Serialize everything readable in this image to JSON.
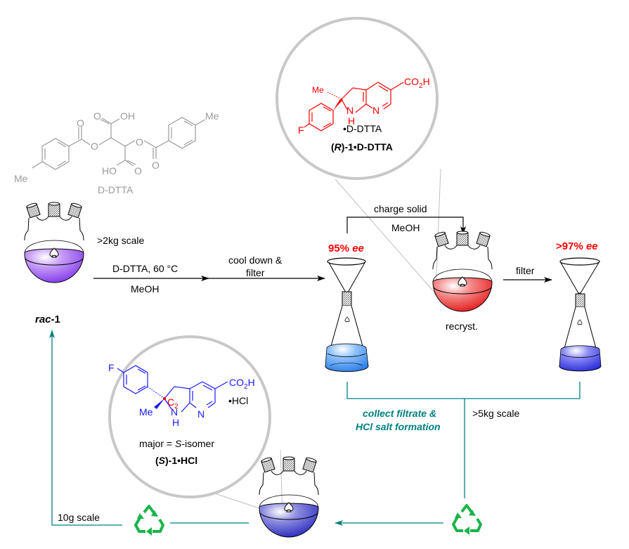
{
  "colors": {
    "teal_arrow": "#008080",
    "red_highlight": "#ff0000",
    "blue_structure": "#1a1aff",
    "gray_structure": "#9a9a9a",
    "recycle_green": "#19b44a",
    "magnifier_ring": "#c8c8c8",
    "flask_purple": "#8a3cf0",
    "flask_red": "#ee1111",
    "flask_blue_light": "#3a8cf0",
    "flask_blue_dark": "#2a2ad8"
  },
  "resolving_agent": {
    "name": "D-DTTA",
    "atoms": {
      "acid_top": "OH",
      "acid_bottom": "HO",
      "carbonyl": "O",
      "ester_o": "O",
      "methyl": "Me"
    }
  },
  "start": {
    "scale": ">2kg scale",
    "compound": {
      "prefix": "rac",
      "suffix": "-1"
    }
  },
  "step1": {
    "reagent": "D-DTTA, 60 °C",
    "solvent": "MeOH"
  },
  "step2": {
    "line1": "cool down &",
    "line2": "filter"
  },
  "filter1": {
    "ee": "95% ee",
    "ee_num": "95%",
    "ee_unit": "ee"
  },
  "recrystallization": {
    "charge_label": "charge solid",
    "solvent": "MeOH",
    "label": "recryst."
  },
  "step3": {
    "label": "filter"
  },
  "filter2": {
    "ee": ">97% ee",
    "ee_num": ">97%",
    "ee_unit": "ee"
  },
  "salt_R": {
    "atoms": {
      "methyl": "Me",
      "acid": "CO",
      "acid_sub": "2",
      "acid_h": "H",
      "nh_n": "N",
      "nh_h": "H",
      "py_n": "N",
      "fluoro": "F"
    },
    "counterion": "•D-DTTA",
    "name_open": "(",
    "name_config": "R",
    "name_rest": ")-1•D-DTTA"
  },
  "salt_S": {
    "atoms": {
      "fluoro": "F",
      "methyl": "Me",
      "stereo_c": "C",
      "stereo_sub": "2",
      "acid": "CO",
      "acid_sub": "2",
      "acid_h": "H",
      "nh_n": "N",
      "nh_h": "H",
      "py_n": "N"
    },
    "counterion": "•HCl",
    "major_prefix": "major = ",
    "major_config": "S",
    "major_suffix": "-isomer",
    "name_open": "(",
    "name_config": "S",
    "name_rest": ")-1•HCl"
  },
  "recycle": {
    "collect_line1": "collect filtrate &",
    "collect_line2": "HCl salt formation",
    "scale_5kg": ">5kg scale",
    "scale_10g": "10g scale",
    "icon": "recycle-icon"
  }
}
